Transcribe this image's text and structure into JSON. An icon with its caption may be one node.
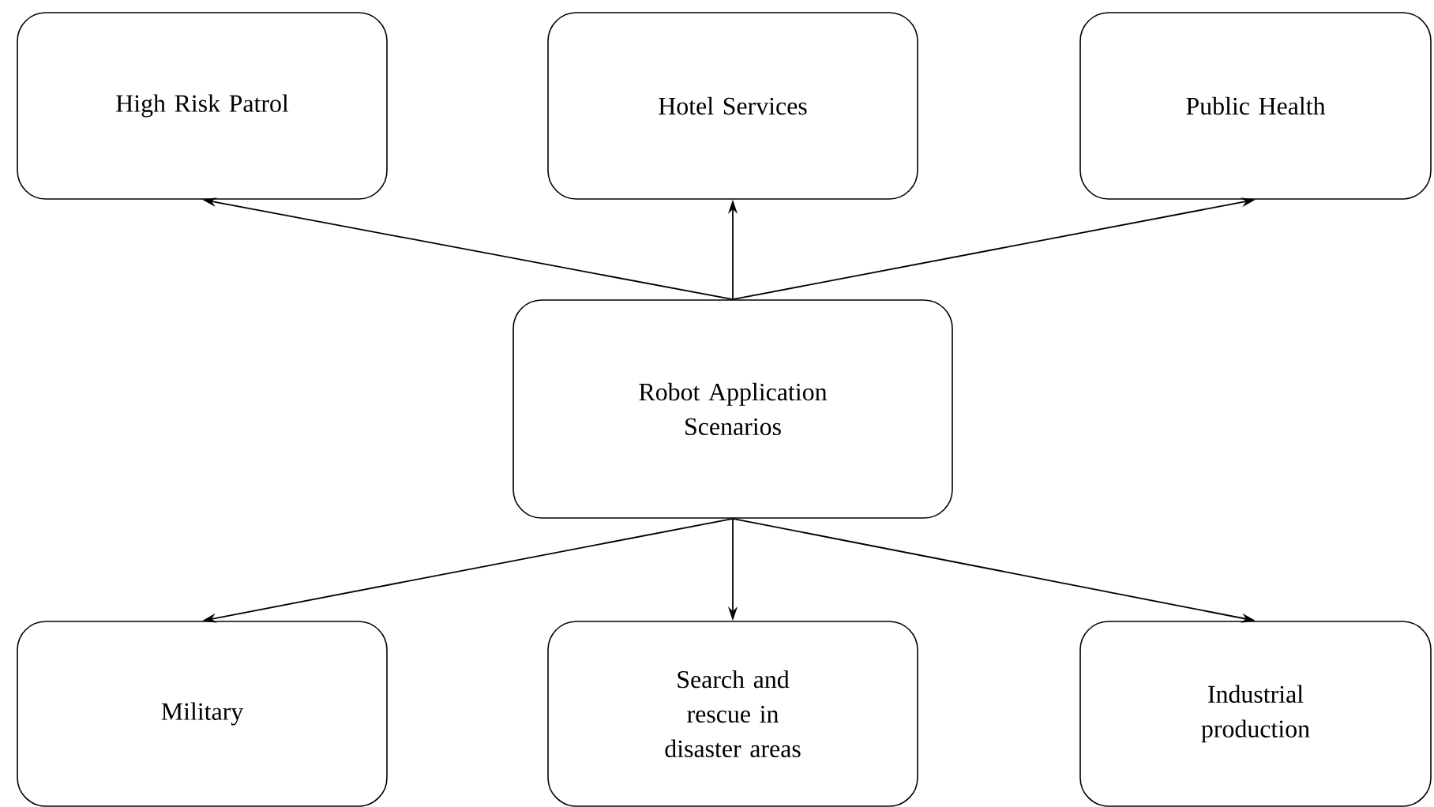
{
  "diagram": {
    "nodes": [
      {
        "text": [
          "High Risk Patrol"
        ]
      },
      {
        "text": [
          "Hotel Services"
        ]
      },
      {
        "text": [
          "Public Health"
        ]
      },
      {
        "text": [
          "Robot Application Scenarios"
        ]
      },
      {
        "text": [
          "Military"
        ]
      },
      {
        "text": [
          "Search and rescue in disaster areas"
        ]
      },
      {
        "text": [
          "Industrial production"
        ]
      }
    ],
    "edges": [
      {
        "from": 3,
        "to": 0,
        "arrow": "to"
      },
      {
        "from": 3,
        "to": 1,
        "arrow": "to"
      },
      {
        "from": 3,
        "to": 2,
        "arrow": "to"
      },
      {
        "from": 3,
        "to": 4,
        "arrow": "to"
      },
      {
        "from": 3,
        "to": 5,
        "arrow": "to"
      },
      {
        "from": 3,
        "to": 6,
        "arrow": "to"
      }
    ]
  }
}
